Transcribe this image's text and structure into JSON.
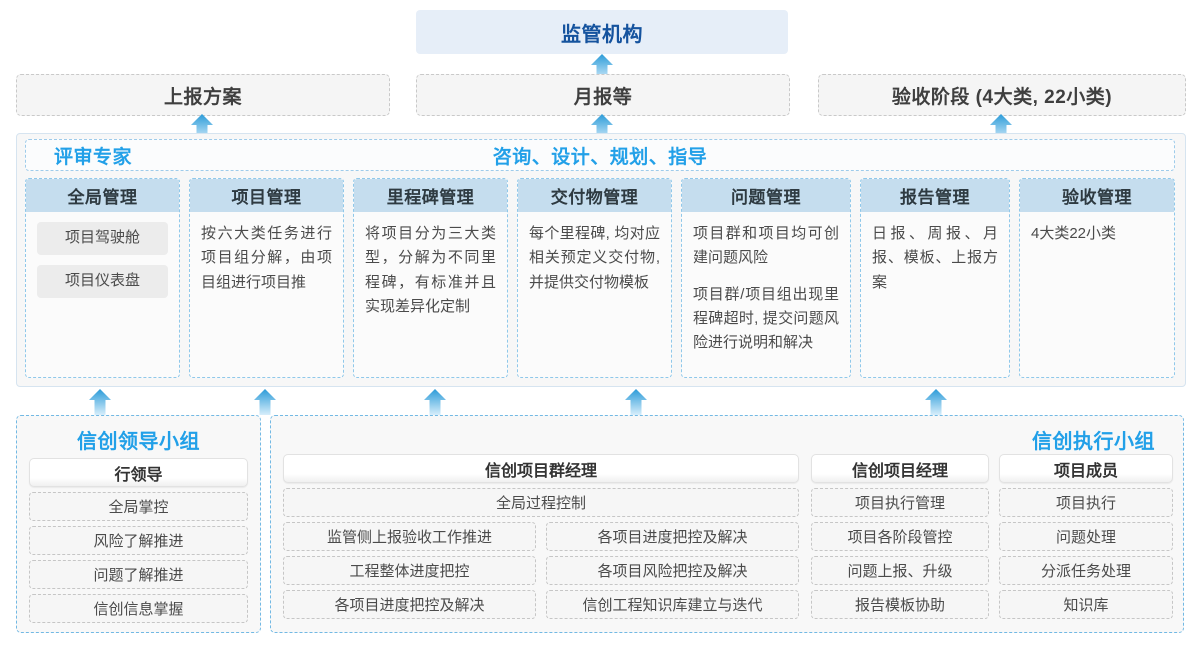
{
  "top": {
    "regulator_label": "监管机构",
    "channels": [
      {
        "name": "report-plan",
        "label": "上报方案"
      },
      {
        "name": "monthly-report",
        "label": "月报等"
      },
      {
        "name": "acceptance-stage",
        "label": "验收阶段 (4大类, 22小类)"
      }
    ]
  },
  "middle": {
    "left_header": "评审专家",
    "right_header": "咨询、设计、规划、指导",
    "cards": [
      {
        "name": "global-management",
        "title": "全局管理",
        "chips": [
          "项目驾驶舱",
          "项目仪表盘"
        ],
        "paragraphs": []
      },
      {
        "name": "project-management",
        "title": "项目管理",
        "chips": [],
        "paragraphs": [
          "按六大类任务进行项目组分解，由项目组进行项目推"
        ]
      },
      {
        "name": "milestone-management",
        "title": "里程碑管理",
        "chips": [],
        "paragraphs": [
          "将项目分为三大类型，分解为不同里程碑，有标准并且实现差异化定制"
        ]
      },
      {
        "name": "deliverable-management",
        "title": "交付物管理",
        "chips": [],
        "paragraphs": [
          "每个里程碑, 均对应相关预定义交付物, 并提供交付物模板"
        ]
      },
      {
        "name": "issue-management",
        "title": "问题管理",
        "chips": [],
        "paragraphs": [
          "项目群和项目均可创建问题风险",
          "项目群/项目组出现里程碑超时, 提交问题风险进行说明和解决"
        ]
      },
      {
        "name": "report-management",
        "title": "报告管理",
        "chips": [],
        "paragraphs": [
          "日报、周报、月报、模板、上报方案"
        ]
      },
      {
        "name": "acceptance-management",
        "title": "验收管理",
        "chips": [],
        "paragraphs": [
          "4大类22小类"
        ]
      }
    ]
  },
  "bottom": {
    "leading_group": {
      "name": "leading-group",
      "title": "信创领导小组",
      "role": "行领导",
      "items": [
        "全局掌控",
        "风险了解推进",
        "问题了解推进",
        "信创信息掌握"
      ]
    },
    "execution_group": {
      "name": "execution-group",
      "title": "信创执行小组",
      "program_manager": {
        "role": "信创项目群经理",
        "full_width_item": "全局过程控制",
        "left_items": [
          "监管侧上报验收工作推进",
          "工程整体进度把控",
          "各项目进度把控及解决"
        ],
        "right_items": [
          "各项目进度把控及解决",
          "各项目风险把控及解决",
          "信创工程知识库建立与迭代"
        ]
      },
      "project_manager": {
        "role": "信创项目经理",
        "items": [
          "项目执行管理",
          "项目各阶段管控",
          "问题上报、升级",
          "报告模板协助"
        ]
      },
      "project_member": {
        "role": "项目成员",
        "items": [
          "项目执行",
          "问题处理",
          "分派任务处理",
          "知识库"
        ]
      }
    }
  },
  "colors": {
    "accent_blue": "#22a0e8",
    "title_navy": "#15539e",
    "card_head": "#c5ddee",
    "top_box": "#e6eef8",
    "arrow_top": "#2b9bd8",
    "arrow_bottom": "#d7eefb"
  }
}
